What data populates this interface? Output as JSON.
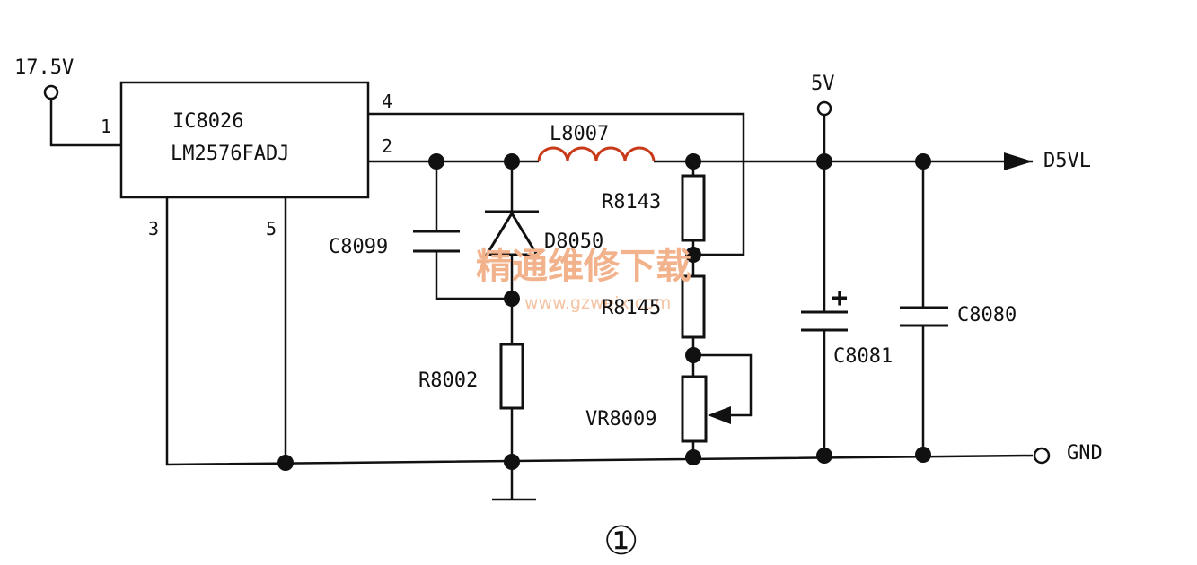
{
  "labels": {
    "vin": "17.5V",
    "ic_ref": "IC8026",
    "ic_part": "LM2576FADJ",
    "pin1": "1",
    "pin2": "2",
    "pin3": "3",
    "pin4": "4",
    "pin5": "5",
    "inductor": "L8007",
    "diode": "D8050",
    "cap_c8099": "C8099",
    "res_r8143": "R8143",
    "res_r8145": "R8145",
    "res_r8002": "R8002",
    "pot_vr8009": "VR8009",
    "vout_5v": "5V",
    "output_net": "D5VL",
    "cap_c8081": "C8081",
    "cap_c8080": "C8080",
    "gnd": "GND",
    "polarity_plus": "+",
    "figure_number": "①"
  },
  "watermark": {
    "text": "精通维修下载",
    "url": "www.gzweix.com"
  },
  "colors": {
    "line": "#111111",
    "watermark": "#f2b28c"
  }
}
